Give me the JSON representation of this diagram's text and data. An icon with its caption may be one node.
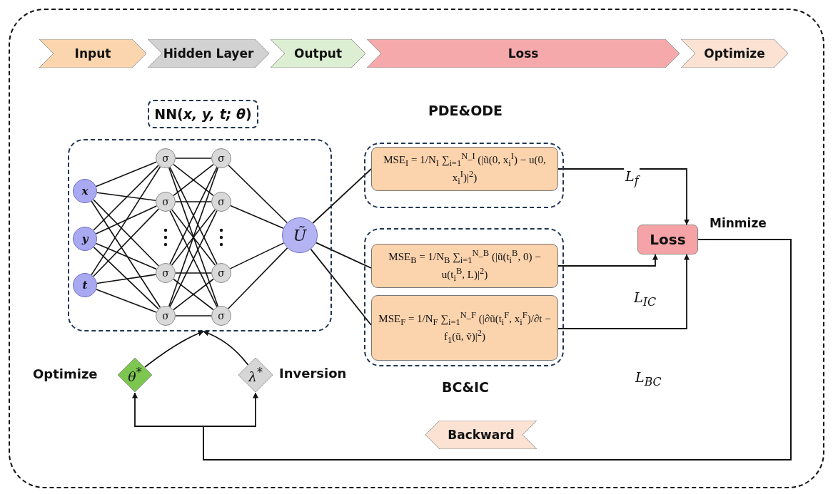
{
  "diagram": {
    "nodes": [
      {
        "text": [
          "Input"
        ]
      },
      {
        "text": [
          "Hidden Layer"
        ]
      },
      {
        "text": [
          "Output"
        ]
      },
      {
        "text": [
          "Loss"
        ]
      },
      {
        "text": [
          "Optimize"
        ]
      },
      {
        "text": [
          "NN(*x, y, t; θ*)"
        ]
      },
      {
        "text": [
          "x"
        ],
        "in": 5
      },
      {
        "text": [
          "y"
        ],
        "in": 5
      },
      {
        "text": [
          "t"
        ],
        "in": 5
      },
      {
        "text": [
          "σ"
        ],
        "in": 5
      },
      {
        "text": [
          "σ"
        ],
        "in": 5
      },
      {
        "text": [
          "σ"
        ],
        "in": 5
      },
      {
        "text": [
          "σ"
        ],
        "in": 5
      },
      {
        "text": [
          "σ"
        ],
        "in": 5
      },
      {
        "text": [
          "σ"
        ],
        "in": 5
      },
      {
        "text": [
          "σ"
        ],
        "in": 5
      },
      {
        "text": [
          "σ"
        ],
        "in": 5
      },
      {
        "text": [
          "Ũ"
        ],
        "in": 5
      },
      {
        "text": [
          "PDE&ODE"
        ]
      },
      {
        "text": [
          "MSE$_{I}$ = 1/N$_{I}$ ∑$_{i=1}$$^{N_I}$ (|ũ(0, x$_{i}$$^{I}$) − u(0, x$_{i}$$^{I}$)|$^{2}$)"
        ],
        "in": 18
      },
      {
        "text": [
          "BC&IC"
        ]
      },
      {
        "text": [
          "MSE$_{B}$ = 1/N$_{B}$ ∑$_{i=1}$$^{N_B}$ (|ũ(t$_{i}$$^{B}$, 0) − u(t$_{i}$$^{B}$, L)|$^{2}$)"
        ],
        "in": 20
      },
      {
        "text": [
          "MSE$_{F}$ = 1/N$_{F}$ ∑$_{i=1}$$^{N_F}$ (|∂ũ(t$_{i}$$^{F}$, x$_{i}$$^{F}$)/∂t − f$_{1}$(ũ, ṽ)|$^{2}$)"
        ],
        "in": 20
      },
      {
        "text": [
          "Loss"
        ]
      },
      {
        "text": [
          "θ$^{*}$"
        ],
        "beside": [
          "Optimize"
        ]
      },
      {
        "text": [
          "λ$^{*}$"
        ],
        "beside": [
          "Inversion"
        ]
      },
      {
        "text": [
          "Backward"
        ]
      }
    ],
    "edges": [
      {
        "from": 6,
        "to": 9,
        "arrow": "none"
      },
      {
        "from": 6,
        "to": 10,
        "arrow": "none"
      },
      {
        "from": 6,
        "to": 11,
        "arrow": "none"
      },
      {
        "from": 6,
        "to": 12,
        "arrow": "none"
      },
      {
        "from": 7,
        "to": 9,
        "arrow": "none"
      },
      {
        "from": 7,
        "to": 10,
        "arrow": "none"
      },
      {
        "from": 7,
        "to": 11,
        "arrow": "none"
      },
      {
        "from": 7,
        "to": 12,
        "arrow": "none"
      },
      {
        "from": 8,
        "to": 9,
        "arrow": "none"
      },
      {
        "from": 8,
        "to": 10,
        "arrow": "none"
      },
      {
        "from": 8,
        "to": 11,
        "arrow": "none"
      },
      {
        "from": 8,
        "to": 12,
        "arrow": "none"
      },
      {
        "from": 9,
        "to": 13,
        "arrow": "none"
      },
      {
        "from": 9,
        "to": 14,
        "arrow": "none"
      },
      {
        "from": 9,
        "to": 15,
        "arrow": "none"
      },
      {
        "from": 9,
        "to": 16,
        "arrow": "none"
      },
      {
        "from": 10,
        "to": 13,
        "arrow": "none"
      },
      {
        "from": 10,
        "to": 14,
        "arrow": "none"
      },
      {
        "from": 10,
        "to": 15,
        "arrow": "none"
      },
      {
        "from": 10,
        "to": 16,
        "arrow": "none"
      },
      {
        "from": 11,
        "to": 13,
        "arrow": "none"
      },
      {
        "from": 11,
        "to": 14,
        "arrow": "none"
      },
      {
        "from": 11,
        "to": 15,
        "arrow": "none"
      },
      {
        "from": 11,
        "to": 16,
        "arrow": "none"
      },
      {
        "from": 12,
        "to": 13,
        "arrow": "none"
      },
      {
        "from": 12,
        "to": 14,
        "arrow": "none"
      },
      {
        "from": 12,
        "to": 15,
        "arrow": "none"
      },
      {
        "from": 12,
        "to": 16,
        "arrow": "none"
      },
      {
        "from": 13,
        "to": 17,
        "arrow": "none"
      },
      {
        "from": 14,
        "to": 17,
        "arrow": "none"
      },
      {
        "from": 15,
        "to": 17,
        "arrow": "none"
      },
      {
        "from": 16,
        "to": 17,
        "arrow": "none"
      },
      {
        "from": 17,
        "to": 19,
        "arrow": "none"
      },
      {
        "from": 17,
        "to": 21,
        "arrow": "none"
      },
      {
        "from": 17,
        "to": 22,
        "arrow": "none"
      },
      {
        "from": 19,
        "to": 23,
        "arrow": "to",
        "label": "L$_{f}$"
      },
      {
        "from": 21,
        "to": 23,
        "arrow": "to",
        "label": "L$_{IC}$"
      },
      {
        "from": 22,
        "to": 23,
        "arrow": "to",
        "label": "L$_{BC}$"
      },
      {
        "from": 23,
        "to": 24,
        "arrow": "to",
        "label": "Minmize"
      },
      {
        "from": 23,
        "to": 25,
        "arrow": "to"
      },
      {
        "from": 24,
        "to": 5,
        "arrow": "to"
      },
      {
        "from": 25,
        "to": 5,
        "arrow": "to"
      }
    ]
  }
}
